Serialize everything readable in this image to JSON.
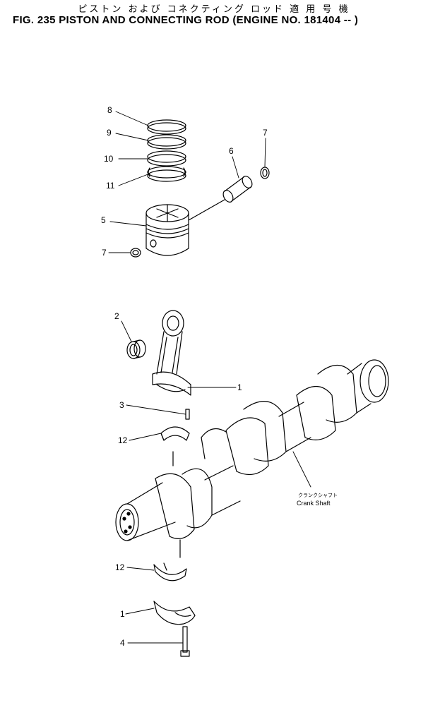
{
  "header": {
    "title_jp": "ピストン および コネクティング ロッド 適 用 号 機",
    "title_en": "FIG. 235  PISTON AND CONNECTING ROD (ENGINE NO. 181404 -- )"
  },
  "callouts": {
    "c8": "8",
    "c9": "9",
    "c10": "10",
    "c11": "11",
    "c6": "6",
    "c7a": "7",
    "c5": "5",
    "c7b": "7",
    "c2": "2",
    "c1a": "1",
    "c3": "3",
    "c12a": "12",
    "c12b": "12",
    "c1b": "1",
    "c4": "4"
  },
  "crank_label": {
    "jp": "クランクシャフト",
    "en": "Crank Shaft"
  }
}
